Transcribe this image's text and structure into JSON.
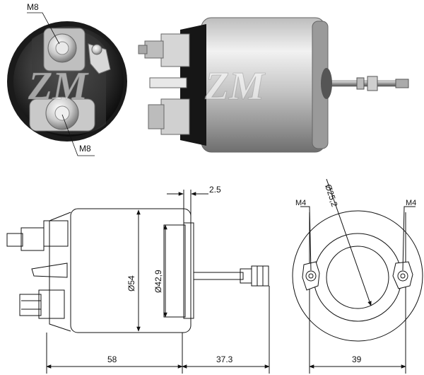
{
  "photo_front": {
    "label_top": "M8",
    "label_bottom": "M8"
  },
  "dimensions": {
    "flange_thickness": "2.5",
    "body_diameter": "Ø54",
    "plunger_diameter": "Ø42,9",
    "body_length": "58",
    "plunger_extension": "37.3",
    "mount_circle_diameter": "Ø25,2",
    "left_thread": "M4",
    "right_thread": "M4",
    "terminal_spacing": "39"
  },
  "watermark": {
    "logo_text": "ZM"
  }
}
